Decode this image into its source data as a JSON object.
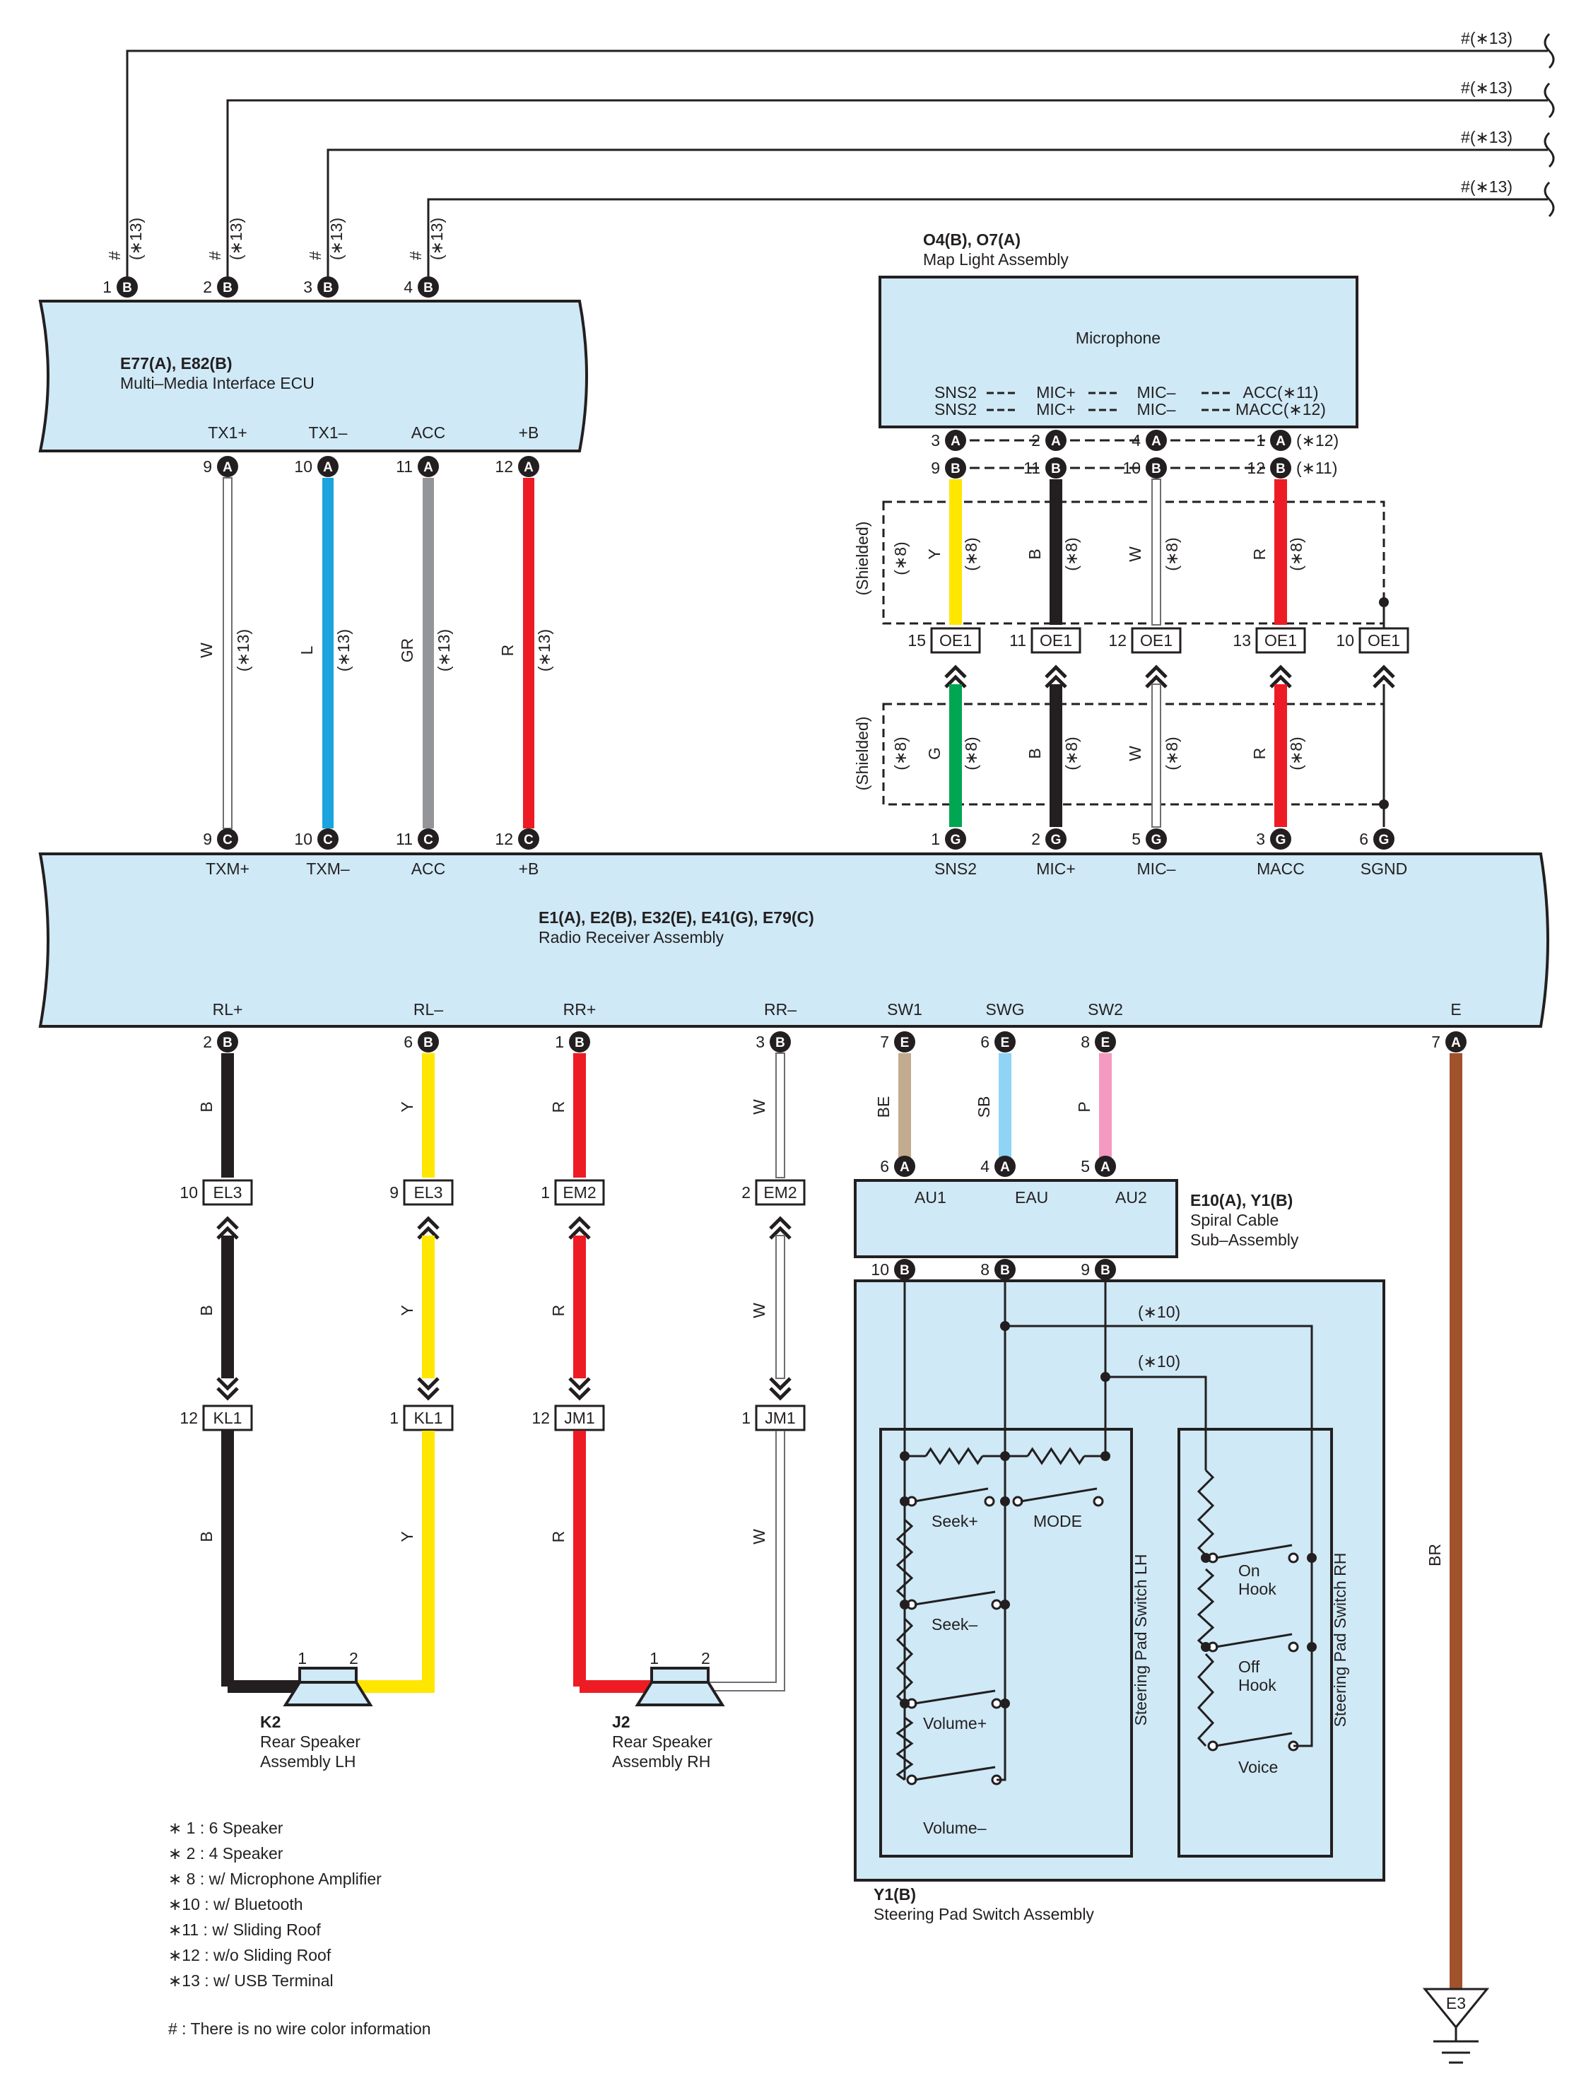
{
  "title": "",
  "usb_lines": [
    "#(∗13)",
    "#(∗13)",
    "#(∗13)",
    "#(∗13)"
  ],
  "ecu": {
    "name": "E77(A), E82(B)",
    "desc": "Multi–Media Interface ECU",
    "top_pins": [
      {
        "num": "1",
        "conn": "B",
        "color": "#",
        "note": "(∗13)"
      },
      {
        "num": "2",
        "conn": "B",
        "color": "#",
        "note": "(∗13)"
      },
      {
        "num": "3",
        "conn": "B",
        "color": "#",
        "note": "(∗13)"
      },
      {
        "num": "4",
        "conn": "B",
        "color": "#",
        "note": "(∗13)"
      }
    ],
    "bottom_labels": [
      "TX1+",
      "TX1–",
      "ACC",
      "+B"
    ],
    "bottom_pins": [
      {
        "num": "9",
        "conn": "A"
      },
      {
        "num": "10",
        "conn": "A"
      },
      {
        "num": "11",
        "conn": "A"
      },
      {
        "num": "12",
        "conn": "A"
      }
    ]
  },
  "ecu_wires": [
    {
      "color_code": "W",
      "note": "(∗13)",
      "color": "#ffffff"
    },
    {
      "color_code": "L",
      "note": "(∗13)",
      "color": "#1aa3df"
    },
    {
      "color_code": "GR",
      "note": "(∗13)",
      "color": "#939598"
    },
    {
      "color_code": "R",
      "note": "(∗13)",
      "color": "#ed1c24"
    }
  ],
  "map_light": {
    "name": "O4(B), O7(A)",
    "desc": "Map Light Assembly",
    "inner": "Microphone",
    "row1": [
      "SNS2",
      "MIC+",
      "MIC–",
      "ACC(∗11)"
    ],
    "row2": [
      "SNS2",
      "MIC+",
      "MIC–",
      "MACC(∗12)"
    ],
    "pins_a": [
      {
        "num": "3",
        "conn": "A"
      },
      {
        "num": "2",
        "conn": "A"
      },
      {
        "num": "4",
        "conn": "A"
      },
      {
        "num": "1",
        "conn": "A",
        "note": "(∗12)"
      }
    ],
    "pins_b": [
      {
        "num": "9",
        "conn": "B"
      },
      {
        "num": "11",
        "conn": "B"
      },
      {
        "num": "10",
        "conn": "B"
      },
      {
        "num": "12",
        "conn": "B",
        "note": "(∗11)"
      }
    ]
  },
  "shielded_label": "(Shielded)",
  "shield_note": "(∗8)",
  "mic_upper_wires": [
    {
      "color_code": "Y",
      "note": "(∗8)",
      "color": "#ffe600"
    },
    {
      "color_code": "B",
      "note": "(∗8)",
      "color": "#231f20"
    },
    {
      "color_code": "W",
      "note": "(∗8)",
      "color": "#ffffff"
    },
    {
      "color_code": "R",
      "note": "(∗8)",
      "color": "#ed1c24"
    }
  ],
  "oe1_connectors": [
    {
      "num": "15",
      "label": "OE1"
    },
    {
      "num": "11",
      "label": "OE1"
    },
    {
      "num": "12",
      "label": "OE1"
    },
    {
      "num": "13",
      "label": "OE1"
    },
    {
      "num": "10",
      "label": "OE1"
    }
  ],
  "mic_lower_wires": [
    {
      "color_code": "G",
      "note": "(∗8)",
      "color": "#00a651"
    },
    {
      "color_code": "B",
      "note": "(∗8)",
      "color": "#231f20"
    },
    {
      "color_code": "W",
      "note": "(∗8)",
      "color": "#ffffff"
    },
    {
      "color_code": "R",
      "note": "(∗8)",
      "color": "#ed1c24"
    }
  ],
  "radio": {
    "name": "E1(A), E2(B), E32(E), E41(G), E79(C)",
    "desc": "Radio Receiver Assembly",
    "top_pins": [
      {
        "num": "9",
        "conn": "C",
        "label": "TXM+"
      },
      {
        "num": "10",
        "conn": "C",
        "label": "TXM–"
      },
      {
        "num": "11",
        "conn": "C",
        "label": "ACC"
      },
      {
        "num": "12",
        "conn": "C",
        "label": "+B"
      },
      {
        "num": "1",
        "conn": "G",
        "label": "SNS2"
      },
      {
        "num": "2",
        "conn": "G",
        "label": "MIC+"
      },
      {
        "num": "5",
        "conn": "G",
        "label": "MIC–"
      },
      {
        "num": "3",
        "conn": "G",
        "label": "MACC"
      },
      {
        "num": "6",
        "conn": "G",
        "label": "SGND"
      }
    ],
    "bottom_pins": [
      {
        "num": "2",
        "conn": "B",
        "label": "RL+"
      },
      {
        "num": "6",
        "conn": "B",
        "label": "RL–"
      },
      {
        "num": "1",
        "conn": "B",
        "label": "RR+"
      },
      {
        "num": "3",
        "conn": "B",
        "label": "RR–"
      },
      {
        "num": "7",
        "conn": "E",
        "label": "SW1"
      },
      {
        "num": "6",
        "conn": "E",
        "label": "SWG"
      },
      {
        "num": "8",
        "conn": "E",
        "label": "SW2"
      },
      {
        "num": "7",
        "conn": "A",
        "label": "E"
      }
    ]
  },
  "speaker_wires": [
    {
      "code": "B",
      "color": "#231f20",
      "c1": {
        "num": "10",
        "label": "EL3"
      },
      "c2": {
        "num": "12",
        "label": "KL1"
      }
    },
    {
      "code": "Y",
      "color": "#ffe600",
      "c1": {
        "num": "9",
        "label": "EL3"
      },
      "c2": {
        "num": "1",
        "label": "KL1"
      }
    },
    {
      "code": "R",
      "color": "#ed1c24",
      "c1": {
        "num": "1",
        "label": "EM2"
      },
      "c2": {
        "num": "12",
        "label": "JM1"
      }
    },
    {
      "code": "W",
      "color": "#ffffff",
      "c1": {
        "num": "2",
        "label": "EM2"
      },
      "c2": {
        "num": "1",
        "label": "JM1"
      }
    }
  ],
  "speakers": [
    {
      "name": "K2",
      "desc1": "Rear Speaker",
      "desc2": "Assembly LH",
      "pin1": "1",
      "pin2": "2"
    },
    {
      "name": "J2",
      "desc1": "Rear Speaker",
      "desc2": "Assembly RH",
      "pin1": "1",
      "pin2": "2"
    }
  ],
  "switch_wires": [
    {
      "code": "BE",
      "color": "#c2ab8e"
    },
    {
      "code": "SB",
      "color": "#8fd3f5"
    },
    {
      "code": "P",
      "color": "#f49ac1"
    }
  ],
  "spiral": {
    "name": "E10(A), Y1(B)",
    "desc1": "Spiral Cable",
    "desc2": "Sub–Assembly",
    "labels": [
      "AU1",
      "EAU",
      "AU2"
    ],
    "top_pins": [
      {
        "num": "6",
        "conn": "A"
      },
      {
        "num": "4",
        "conn": "A"
      },
      {
        "num": "5",
        "conn": "A"
      }
    ],
    "bottom_pins": [
      {
        "num": "10",
        "conn": "B"
      },
      {
        "num": "8",
        "conn": "B"
      },
      {
        "num": "9",
        "conn": "B"
      }
    ]
  },
  "steering": {
    "name": "Y1(B)",
    "desc": "Steering Pad Switch Assembly",
    "bt_note": "(∗10)",
    "lh_label": "Steering Pad Switch LH",
    "rh_label": "Steering Pad Switch RH",
    "lh_switches": [
      "Seek+",
      "MODE",
      "Seek–",
      "Volume+",
      "Volume–"
    ],
    "rh_switches": [
      "On",
      "Hook",
      "Off",
      "Hook",
      "Voice"
    ]
  },
  "ground": {
    "wire_code": "BR",
    "wire_color": "#a0522d",
    "point": "E3"
  },
  "notes": [
    "∗ 1 : 6 Speaker",
    "∗ 2 : 4 Speaker",
    "∗ 8 : w/ Microphone Amplifier",
    "∗10 : w/ Bluetooth",
    "∗11 : w/ Sliding Roof",
    "∗12 : w/o Sliding Roof",
    "∗13 : w/ USB Terminal"
  ],
  "hash_note": "# : There is no wire color information"
}
